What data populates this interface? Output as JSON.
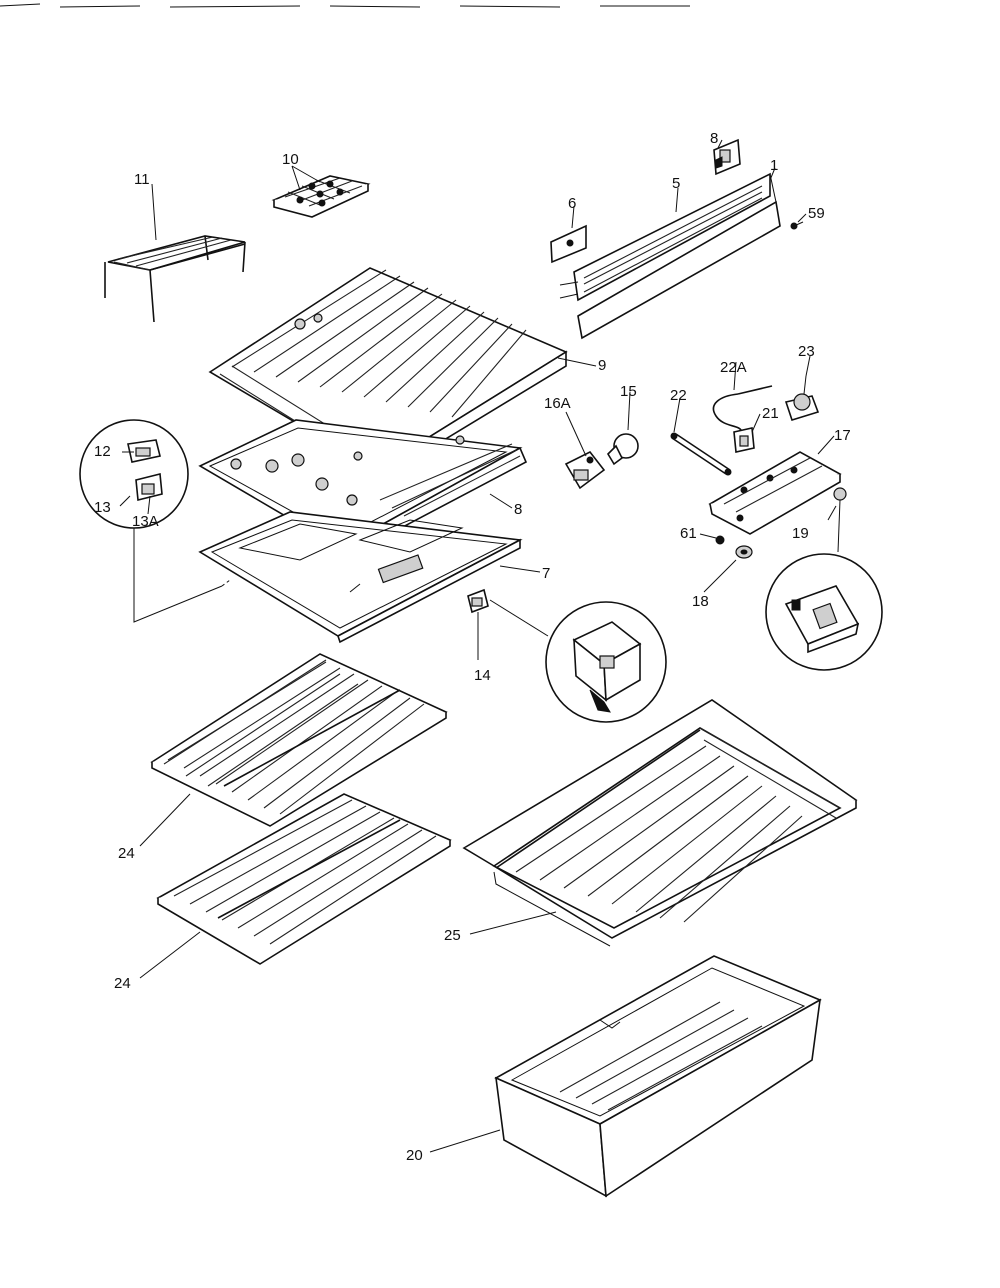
{
  "callouts": [
    {
      "id": "11",
      "text": "11"
    },
    {
      "id": "10",
      "text": "10"
    },
    {
      "id": "8a",
      "text": "8"
    },
    {
      "id": "5",
      "text": "5"
    },
    {
      "id": "1",
      "text": "1"
    },
    {
      "id": "6",
      "text": "6"
    },
    {
      "id": "59",
      "text": "59"
    },
    {
      "id": "9",
      "text": "9"
    },
    {
      "id": "22A",
      "text": "22A"
    },
    {
      "id": "23",
      "text": "23"
    },
    {
      "id": "16A",
      "text": "16A"
    },
    {
      "id": "15",
      "text": "15"
    },
    {
      "id": "22",
      "text": "22"
    },
    {
      "id": "21",
      "text": "21"
    },
    {
      "id": "17",
      "text": "17"
    },
    {
      "id": "12",
      "text": "12"
    },
    {
      "id": "13",
      "text": "13"
    },
    {
      "id": "13A",
      "text": "13A"
    },
    {
      "id": "8b",
      "text": "8"
    },
    {
      "id": "61",
      "text": "61"
    },
    {
      "id": "19",
      "text": "19"
    },
    {
      "id": "7",
      "text": "7"
    },
    {
      "id": "18",
      "text": "18"
    },
    {
      "id": "14",
      "text": "14"
    },
    {
      "id": "24a",
      "text": "24"
    },
    {
      "id": "25",
      "text": "25"
    },
    {
      "id": "24b",
      "text": "24"
    },
    {
      "id": "20",
      "text": "20"
    }
  ]
}
